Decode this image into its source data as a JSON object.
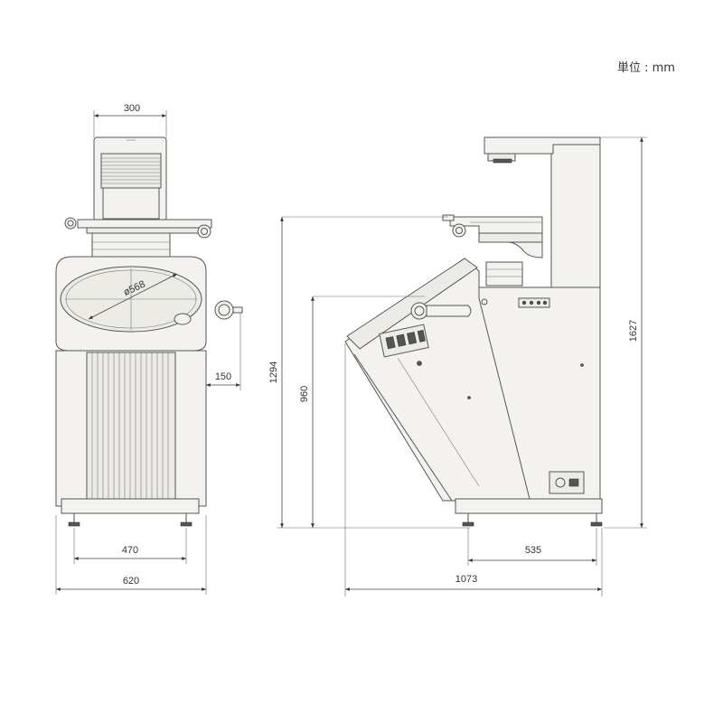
{
  "unit_label": "単位 : mm",
  "front_view": {
    "dim_head_width": "300",
    "dim_screen_diameter": "ø568",
    "dim_side_knob": "150",
    "dim_feet_span": "470",
    "dim_overall_width": "620"
  },
  "side_view": {
    "dim_stage_height": "1294",
    "dim_screen_height": "960",
    "dim_overall_height": "1627",
    "dim_rear_depth": "535",
    "dim_overall_depth": "1073"
  }
}
